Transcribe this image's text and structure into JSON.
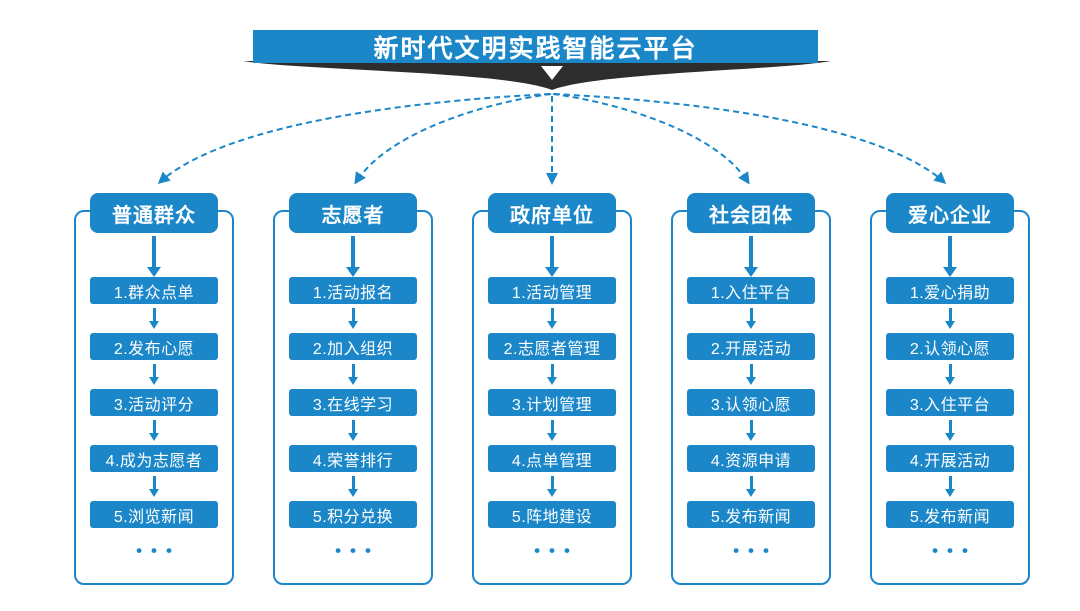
{
  "title": "新时代文明实践智能云平台",
  "colors": {
    "accent": "#1b87c9",
    "ribbon": "#2d2d2d",
    "background": "#ffffff",
    "text_on_accent": "#ffffff"
  },
  "columns": [
    {
      "title": "普通群众",
      "items": [
        "1.群众点单",
        "2.发布心愿",
        "3.活动评分",
        "4.成为志愿者",
        "5.浏览新闻"
      ],
      "more": "•••"
    },
    {
      "title": "志愿者",
      "items": [
        "1.活动报名",
        "2.加入组织",
        "3.在线学习",
        "4.荣誉排行",
        "5.积分兑换"
      ],
      "more": "•••"
    },
    {
      "title": "政府单位",
      "items": [
        "1.活动管理",
        "2.志愿者管理",
        "3.计划管理",
        "4.点单管理",
        "5.阵地建设"
      ],
      "more": "•••"
    },
    {
      "title": "社会团体",
      "items": [
        "1.入住平台",
        "2.开展活动",
        "3.认领心愿",
        "4.资源申请",
        "5.发布新闻"
      ],
      "more": "•••"
    },
    {
      "title": "爱心企业",
      "items": [
        "1.爱心捐助",
        "2.认领心愿",
        "3.入住平台",
        "4.开展活动",
        "5.发布新闻"
      ],
      "more": "•••"
    }
  ]
}
